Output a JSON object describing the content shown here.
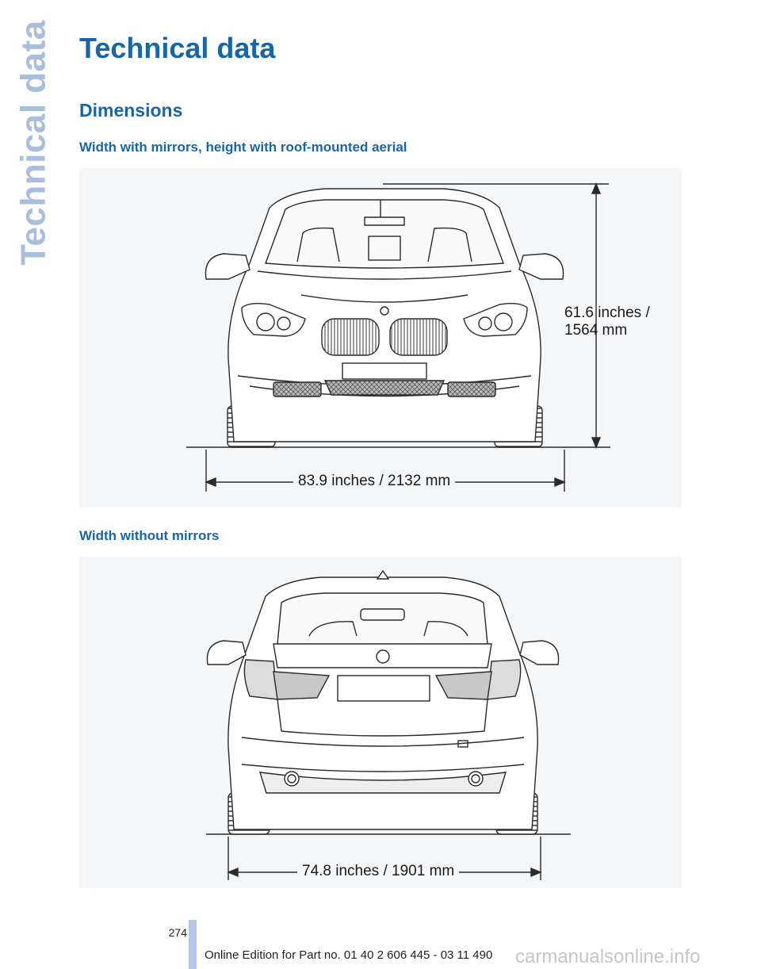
{
  "side_tab": "Technical data",
  "page_title": "Technical data",
  "section_title": "Dimensions",
  "figure1": {
    "caption": "Width with mirrors, height with roof-mounted aerial",
    "height_label_line1": "61.6 inches /",
    "height_label_line2": "1564 mm",
    "width_label": "83.9 inches / 2132 mm"
  },
  "figure2": {
    "caption": "Width without mirrors",
    "width_label": "74.8 inches / 1901 mm"
  },
  "footer": {
    "page_number": "274",
    "edition_text": "Online Edition for Part no. 01 40 2 606 445 - 03 11 490",
    "watermark": "carmanualsonline.info"
  }
}
